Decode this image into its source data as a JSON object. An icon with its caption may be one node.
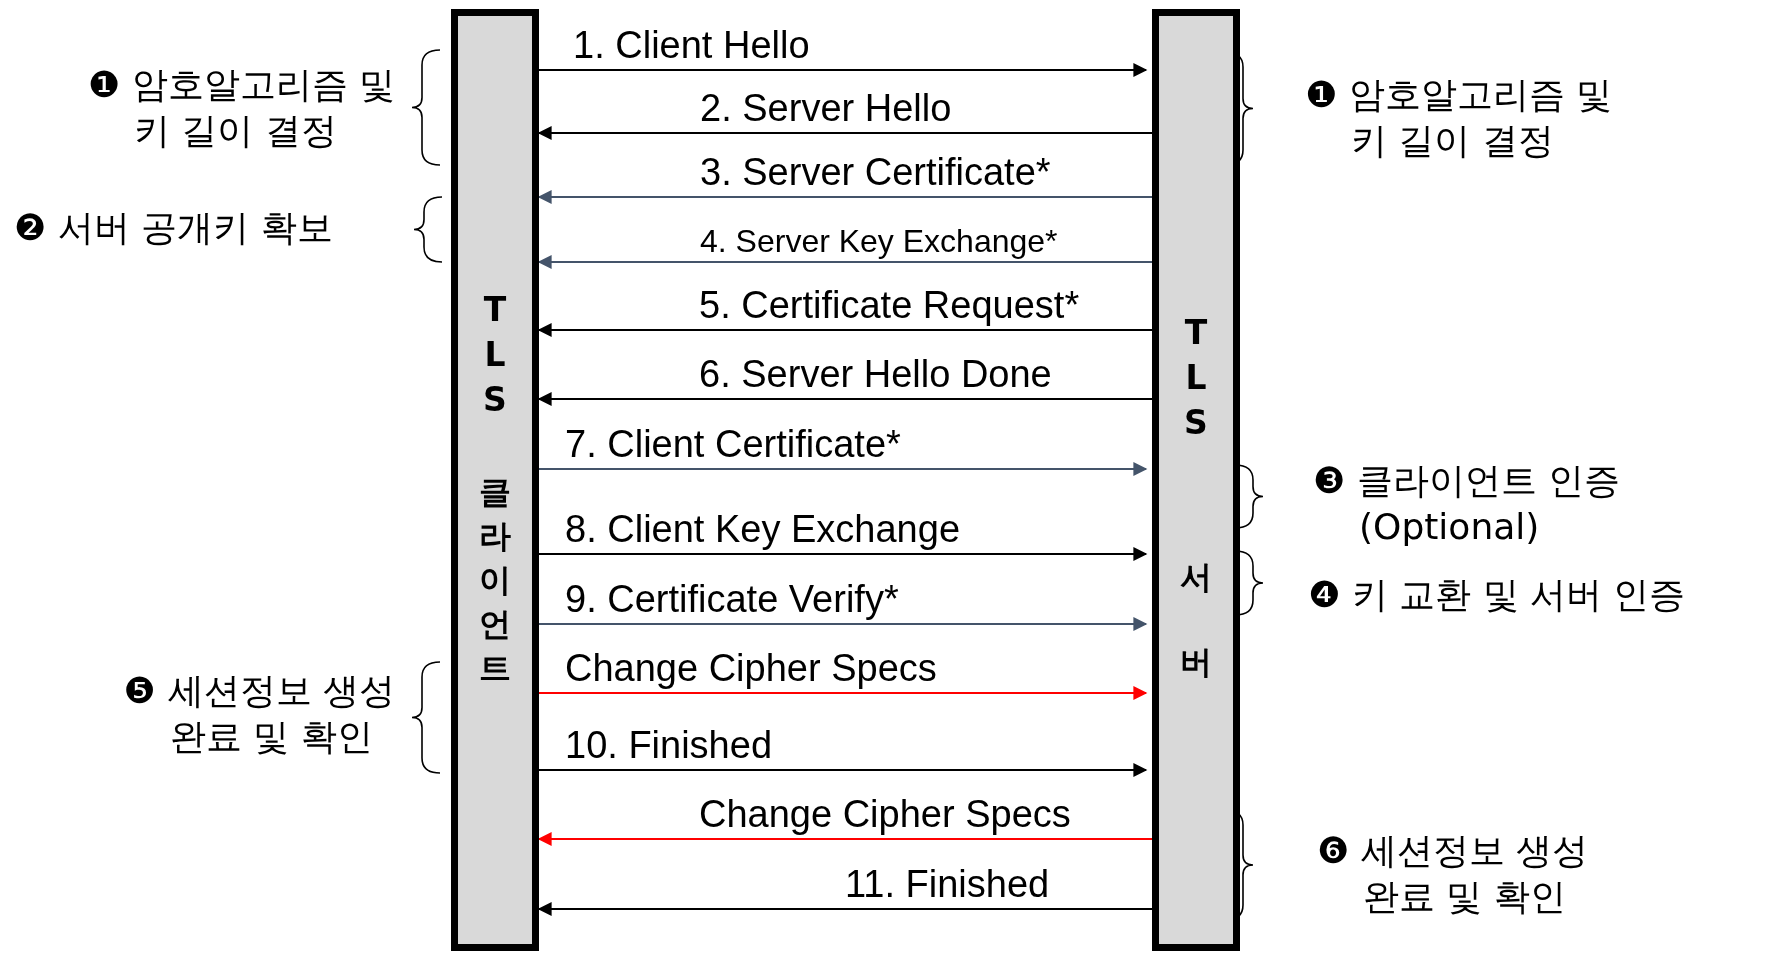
{
  "diagram": {
    "nodes": [
      {
        "text": [
          "TLS",
          "클라이언트"
        ]
      },
      {
        "text": [
          "TLS",
          "서버"
        ]
      }
    ],
    "edges": [
      {
        "from": 0,
        "to": 1,
        "arrow": "to",
        "label": "1. Client Hello"
      },
      {
        "from": 1,
        "to": 0,
        "arrow": "to",
        "label": "2. Server Hello"
      },
      {
        "from": 1,
        "to": 0,
        "arrow": "to",
        "label": "3. Server Certificate*",
        "color": "#44546a"
      },
      {
        "from": 1,
        "to": 0,
        "arrow": "to",
        "label": "4.  Server Key Exchange*",
        "color": "#44546a"
      },
      {
        "from": 1,
        "to": 0,
        "arrow": "to",
        "label": "5. Certificate Request*"
      },
      {
        "from": 1,
        "to": 0,
        "arrow": "to",
        "label": "6. Server Hello Done"
      },
      {
        "from": 0,
        "to": 1,
        "arrow": "to",
        "label": "7. Client Certificate*",
        "color": "#44546a"
      },
      {
        "from": 0,
        "to": 1,
        "arrow": "to",
        "label": "8. Client Key Exchange"
      },
      {
        "from": 0,
        "to": 1,
        "arrow": "to",
        "label": "9. Certificate Verify*",
        "color": "#44546a"
      },
      {
        "from": 0,
        "to": 1,
        "arrow": "to",
        "label": "Change Cipher Specs",
        "color": "#ff0000"
      },
      {
        "from": 0,
        "to": 1,
        "arrow": "to",
        "label": "10. Finished"
      },
      {
        "from": 1,
        "to": 0,
        "arrow": "to",
        "label": "Change Cipher Specs",
        "color": "#ff0000"
      },
      {
        "from": 1,
        "to": 0,
        "arrow": "to",
        "label": "11. Finished"
      }
    ],
    "labels": [
      "❶ 암호알고리즘 및 키 길이 결정",
      "❶ 암호알고리즘 및 키 길이 결정",
      "❷ 서버 공개키 확보",
      "❸ 클라이언트 인증 (Optional)",
      "❹  키 교환 및 서버 인증",
      "❺ 세션정보 생성 완료 및 확인",
      "❻ 세션정보 생성 완료 및 확인"
    ]
  }
}
